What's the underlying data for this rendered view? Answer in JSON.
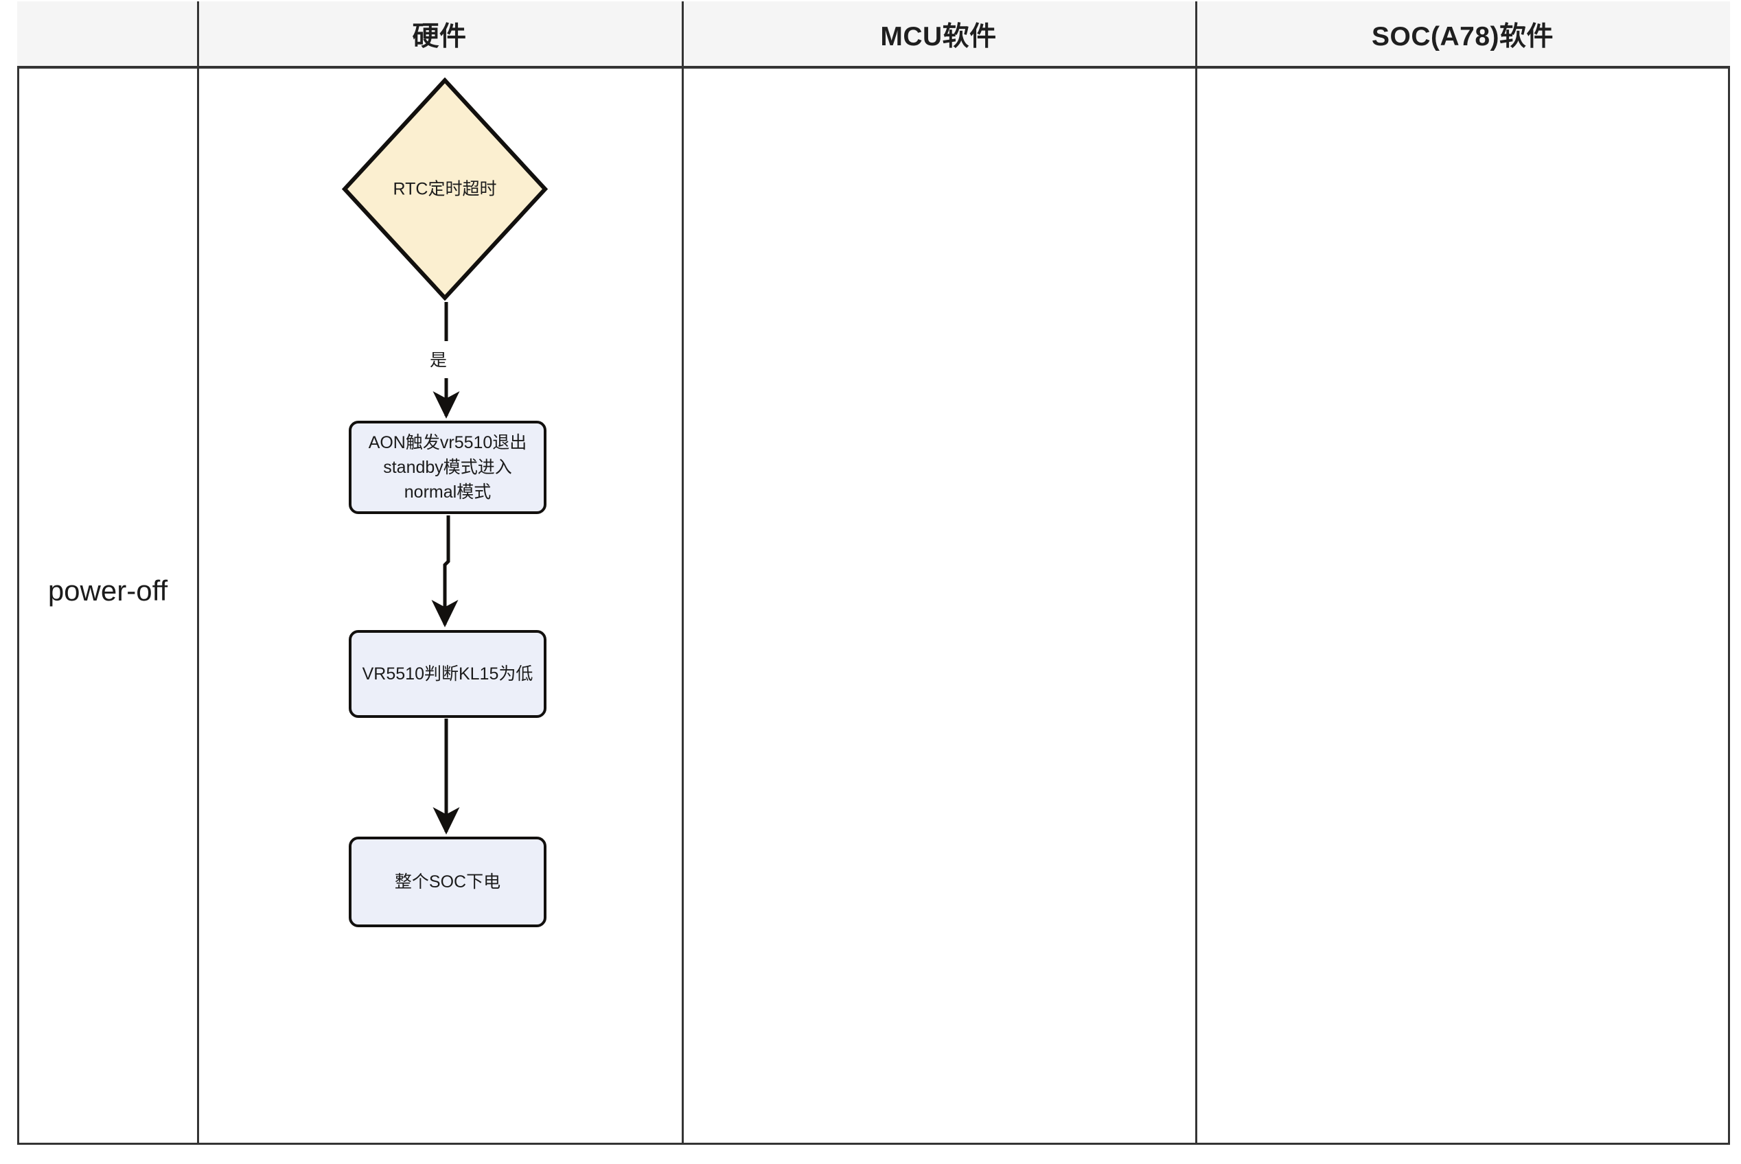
{
  "diagram": {
    "type": "swimlane-flowchart",
    "title": "",
    "lanes": {
      "columns": [
        {
          "id": "phase",
          "label": ""
        },
        {
          "id": "hardware",
          "label": "硬件"
        },
        {
          "id": "mcu-software",
          "label": "MCU软件"
        },
        {
          "id": "soc-software",
          "label": "SOC(A78)软件"
        }
      ],
      "rows": [
        {
          "id": "power-off",
          "label": "power-off"
        }
      ]
    },
    "colors": {
      "header_background": "#f5f5f5",
      "border": "#343434",
      "node_border": "#12100e",
      "process_fill": "#ECEFF9",
      "decision_fill": "#FBEFD0",
      "text": "#1b1b1b",
      "edge": "#12100e",
      "canvas": "#ffffff"
    },
    "nodes": [
      {
        "id": "rtc-timeout",
        "shape": "diamond",
        "lane": "hardware",
        "text": "RTC定时超时",
        "lines": [
          "RTC定时超",
          "时"
        ]
      },
      {
        "id": "aon-trigger",
        "shape": "process",
        "lane": "hardware",
        "text": "AON触发vr5510退出standby模式进入normal模式",
        "lines": [
          "AON触发vr5510退出",
          "standby模式进入",
          "normal模式"
        ]
      },
      {
        "id": "vr5510-kl15-low",
        "shape": "process",
        "lane": "hardware",
        "text": "VR5510判断KL15为低",
        "lines": [
          "VR5510判断KL15为低"
        ]
      },
      {
        "id": "soc-power-down",
        "shape": "process",
        "lane": "hardware",
        "text": "整个SOC下电",
        "lines": [
          "整个SOC下电"
        ]
      }
    ],
    "edges": [
      {
        "id": "e1",
        "from": "rtc-timeout",
        "to": "aon-trigger",
        "label": "是",
        "arrow": "down"
      },
      {
        "id": "e2",
        "from": "aon-trigger",
        "to": "vr5510-kl15-low",
        "label": "",
        "arrow": "down"
      },
      {
        "id": "e3",
        "from": "vr5510-kl15-low",
        "to": "soc-power-down",
        "label": "",
        "arrow": "down"
      }
    ]
  }
}
